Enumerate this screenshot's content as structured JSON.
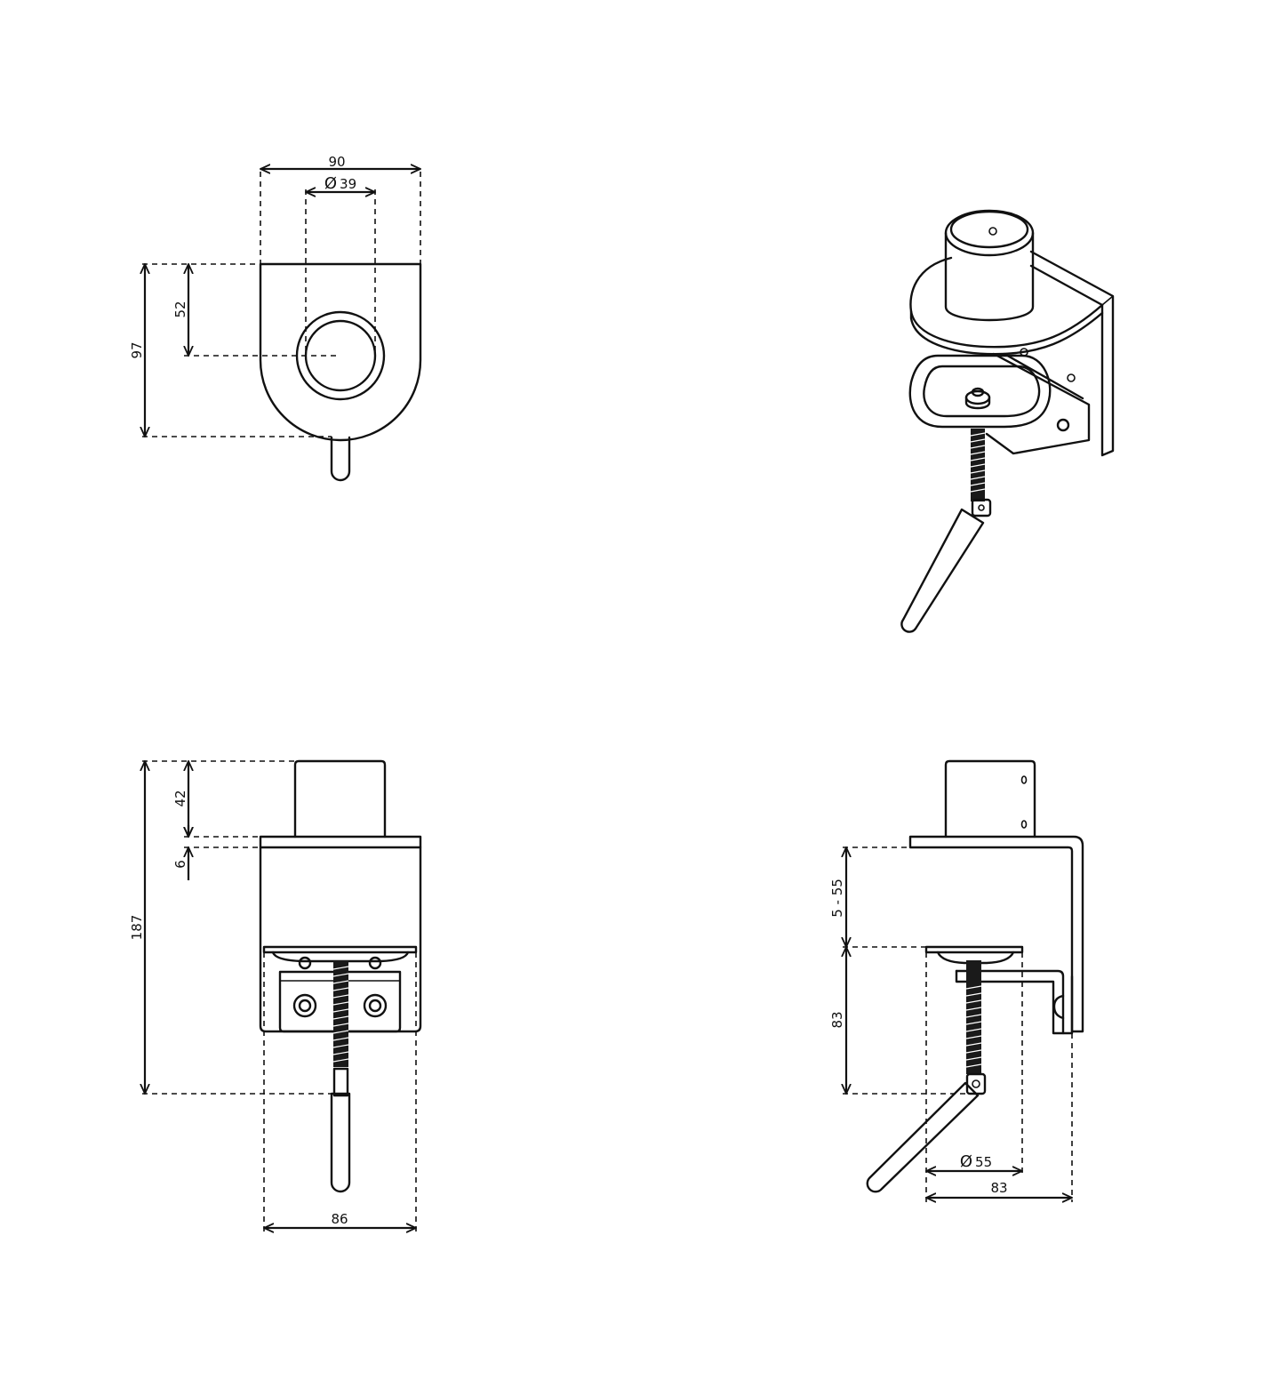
{
  "views": {
    "top": {
      "width": "90",
      "bore": "39",
      "depth": "97",
      "center": "52"
    },
    "front": {
      "overall": "187",
      "post": "42",
      "plate": "6",
      "width": "86"
    },
    "side": {
      "clamp_range": "5 - 55",
      "reach": "83",
      "pad": "55",
      "depth": "83"
    }
  },
  "symbols": {
    "diameter": "Ø"
  }
}
